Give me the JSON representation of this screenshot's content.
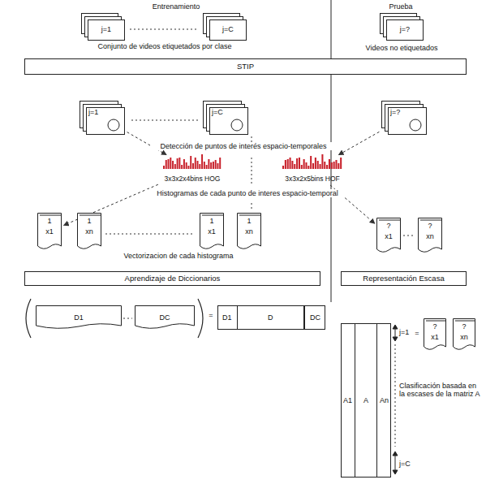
{
  "diagram": {
    "nodes": [
      {
        "text": [
          "j=1"
        ]
      },
      {
        "text": [
          "j=C"
        ]
      },
      {
        "text": [
          "j=?"
        ]
      },
      {
        "text": [
          "STIP"
        ]
      },
      {
        "text": [
          "j=1"
        ]
      },
      {
        "text": [
          "j=C"
        ]
      },
      {
        "text": [
          "j=?"
        ]
      },
      {
        "text": [
          "3x3x2x4bins HOG"
        ]
      },
      {
        "text": [
          "3x3x2x5bins HOF"
        ]
      },
      {
        "text": [
          "1",
          "x1"
        ]
      },
      {
        "text": [
          "1",
          "xn"
        ]
      },
      {
        "text": [
          "1",
          "x1"
        ]
      },
      {
        "text": [
          "1",
          "xn"
        ]
      },
      {
        "text": [
          "?",
          "x1"
        ]
      },
      {
        "text": [
          "?",
          "xn"
        ]
      },
      {
        "text": [
          "Aprendizaje de Diccionarios"
        ]
      },
      {
        "text": [
          "Representación Escasa"
        ]
      },
      {
        "text": [
          "D1"
        ]
      },
      {
        "text": [
          "DC"
        ]
      },
      {
        "text": [
          "D1",
          "D",
          "DC"
        ]
      },
      {
        "text": [
          "A1",
          "A",
          "An"
        ]
      },
      {
        "text": [
          "?",
          "x1"
        ]
      },
      {
        "text": [
          "?",
          "xn"
        ]
      }
    ],
    "edges": [
      {
        "from": 4,
        "to": 7,
        "arrow": "to"
      },
      {
        "from": 6,
        "to": 8,
        "arrow": "to"
      },
      {
        "from": 7,
        "to": 9,
        "arrow": "to"
      },
      {
        "from": 8,
        "to": 13,
        "arrow": "to"
      }
    ],
    "labels": [
      "Entrenamiento",
      "Prueba",
      "Conjunto de videos etiquetados por clase",
      "Videos no etiquetados",
      "Detección de puntos de interés espacio-temporales",
      "Histogramas de cada punto de interes espacio-temporal",
      "Vectorizacion de cada histograma",
      "=",
      "j=1",
      "=",
      "j=C",
      "Clasificación basada en la escases de la matriz A"
    ]
  }
}
